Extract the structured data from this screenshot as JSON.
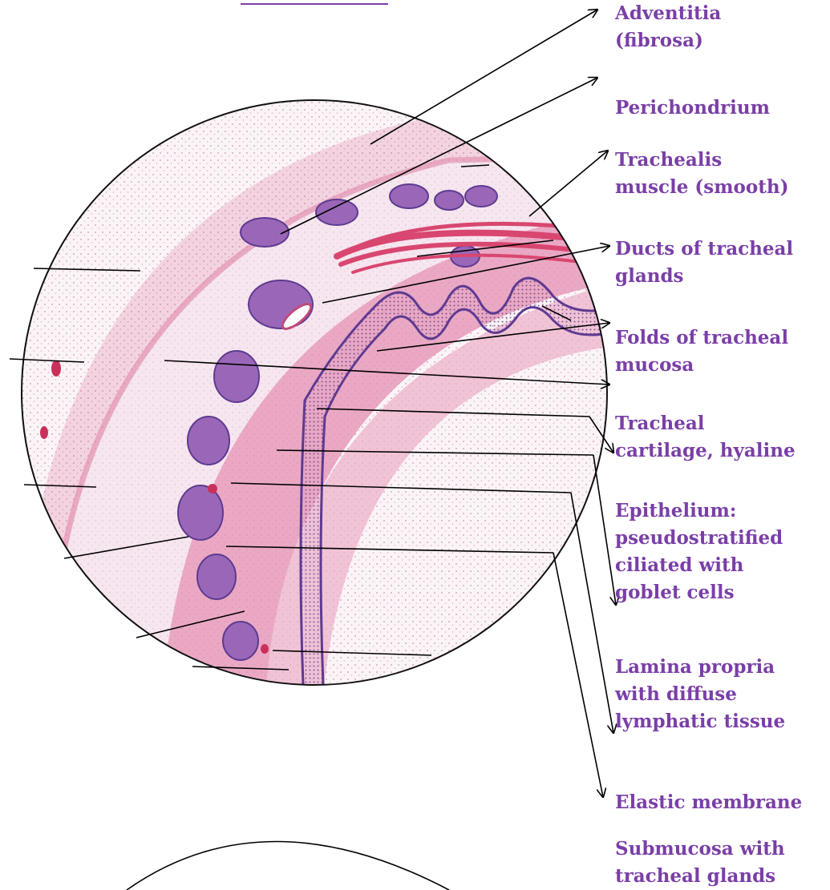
{
  "labels": {
    "adventitia": "Adventitia\n(fibrosa)",
    "perichondrium": "Perichondrium",
    "trachealis": "Trachealis\nmuscle (smooth)",
    "ducts": "Ducts of tracheal\nglands",
    "folds": "Folds of tracheal\nmucosa",
    "cartilage": "Tracheal\ncartilage, hyaline",
    "epithelium": "Epithelium:\npseudostratified\nciliated with\ngoblet cells",
    "lamina": "Lamina propria\nwith diffuse\nlymphatic tissue",
    "elastic": "Elastic membrane",
    "submucosa": "Submucosa with\ntracheal glands"
  },
  "colors": {
    "label_text": "#7a3fa7",
    "tissue_pink": "#e9a9c3",
    "tissue_purple": "#6f4aa3",
    "muscle_red": "#d9466f",
    "cartilage_light": "#f6e6ef"
  }
}
